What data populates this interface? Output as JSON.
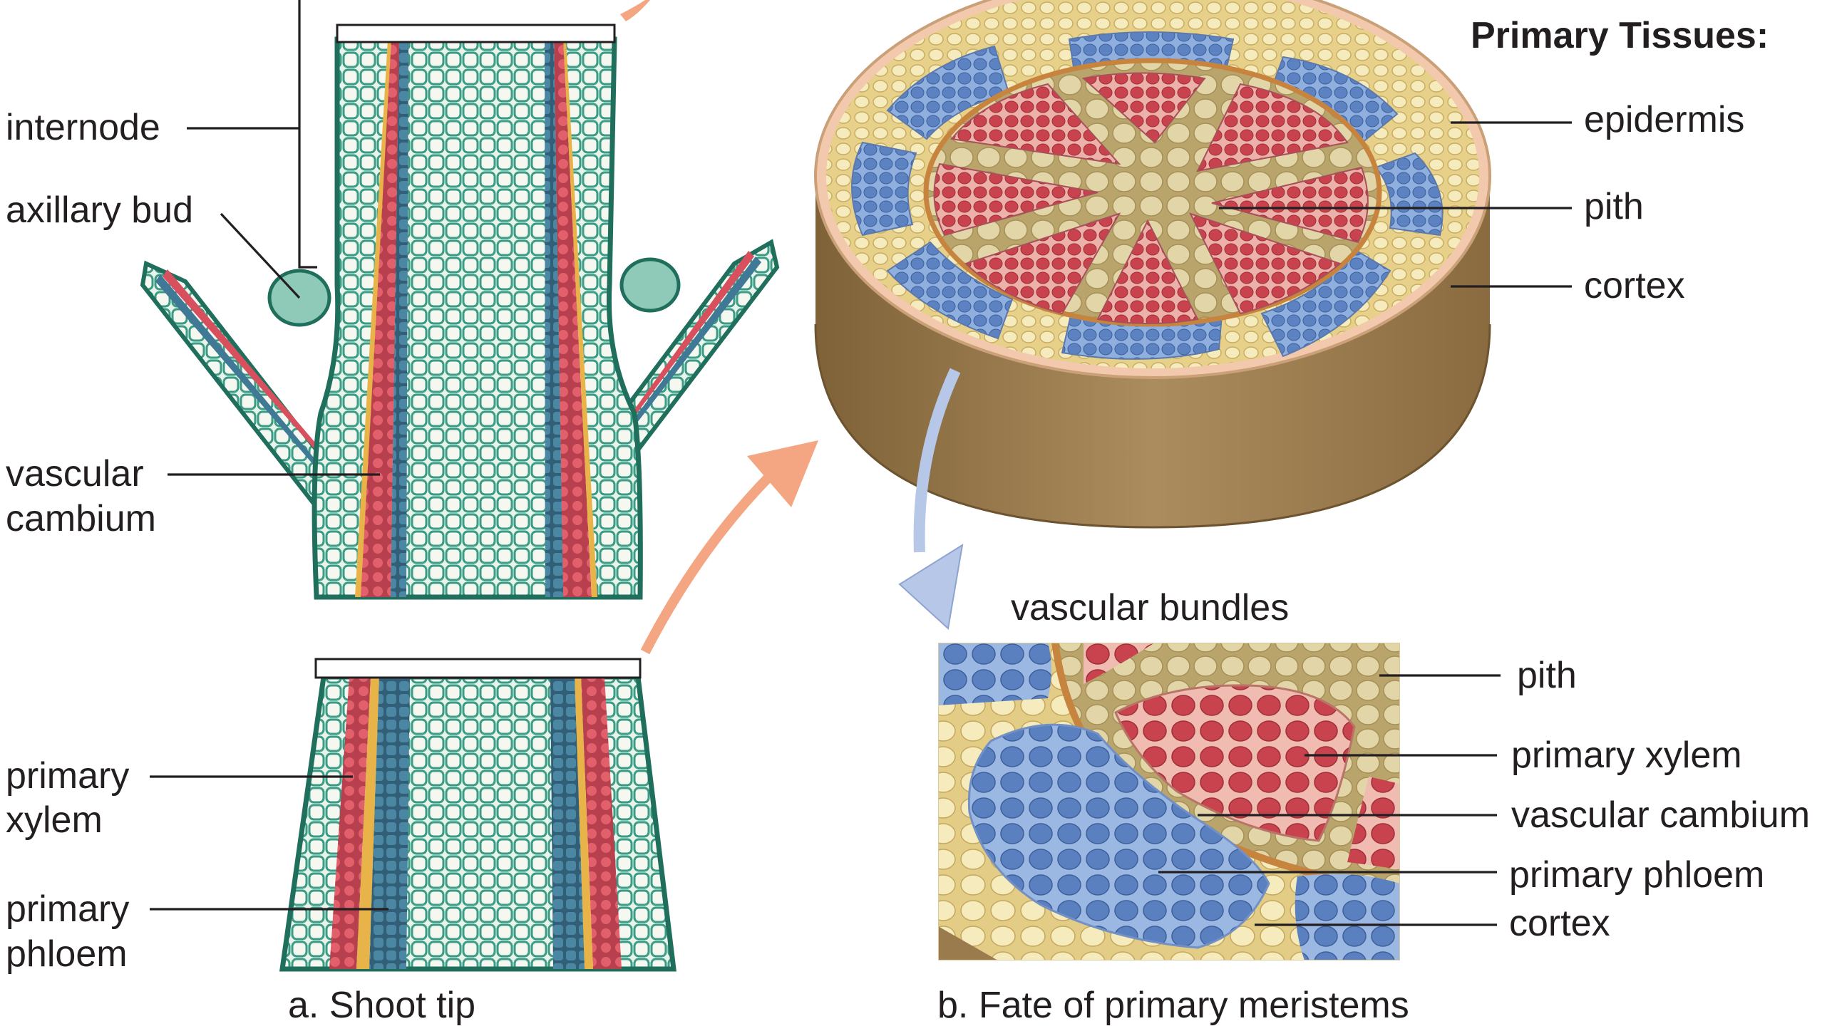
{
  "labels": {
    "internode": "internode",
    "axillary_bud": "axillary bud",
    "vascular_cambium_1": "vascular",
    "vascular_cambium_2": "cambium",
    "primary_xylem_1": "primary",
    "primary_xylem_2": "xylem",
    "primary_phloem_1": "primary",
    "primary_phloem_2": "phloem",
    "primary_tissues": "Primary Tissues:",
    "epidermis": "epidermis",
    "pith": "pith",
    "cortex": "cortex",
    "vascular_bundles": "vascular bundles",
    "detail_pith": "pith",
    "detail_primary_xylem": "primary xylem",
    "detail_vascular_cambium": "vascular cambium",
    "detail_primary_phloem": "primary phloem",
    "detail_cortex": "cortex"
  },
  "captions": {
    "a": "a. Shoot tip",
    "b": "b. Fate of primary meristems"
  },
  "colors": {
    "background": "#ffffff",
    "shoot_tissue": "#7fc3b3",
    "shoot_outline": "#1f6f5c",
    "xylem": "#d8505e",
    "phloem": "#3f7996",
    "cambium": "#e8b44a",
    "cortex": "#efe2a6",
    "pith": "#c9b98a",
    "phloem_bundle": "#7fa4d6",
    "xylem_bundle": "#c95a5c",
    "stem_side": "#9a7b4e",
    "arrow_orange": "#f4a582",
    "arrow_blue": "#b7c7e8"
  }
}
